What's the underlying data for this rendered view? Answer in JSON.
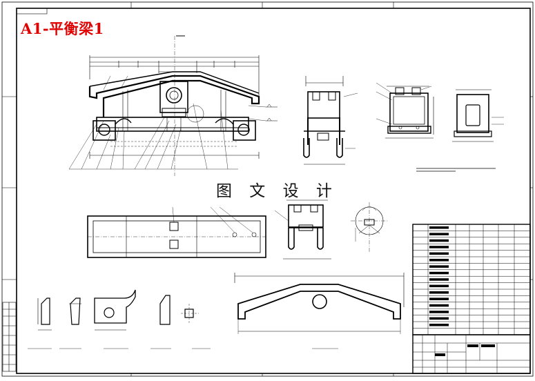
{
  "drawing": {
    "title": "A1-平衡梁1",
    "watermark": "图 文 设 计"
  },
  "colors": {
    "title": "#e00000",
    "lines": "#000000",
    "background": "#ffffff"
  },
  "views": {
    "main_elevation": "main-elevation-view",
    "side_section": "side-section-view",
    "section_b": "section-b-view",
    "side_box": "side-box-view",
    "plan": "plan-view",
    "section_c": "section-c-view",
    "detail_circle": "detail-circle-view",
    "web_plate": "web-plate-part",
    "bom": "bill-of-materials-table",
    "title_block": "title-block"
  }
}
